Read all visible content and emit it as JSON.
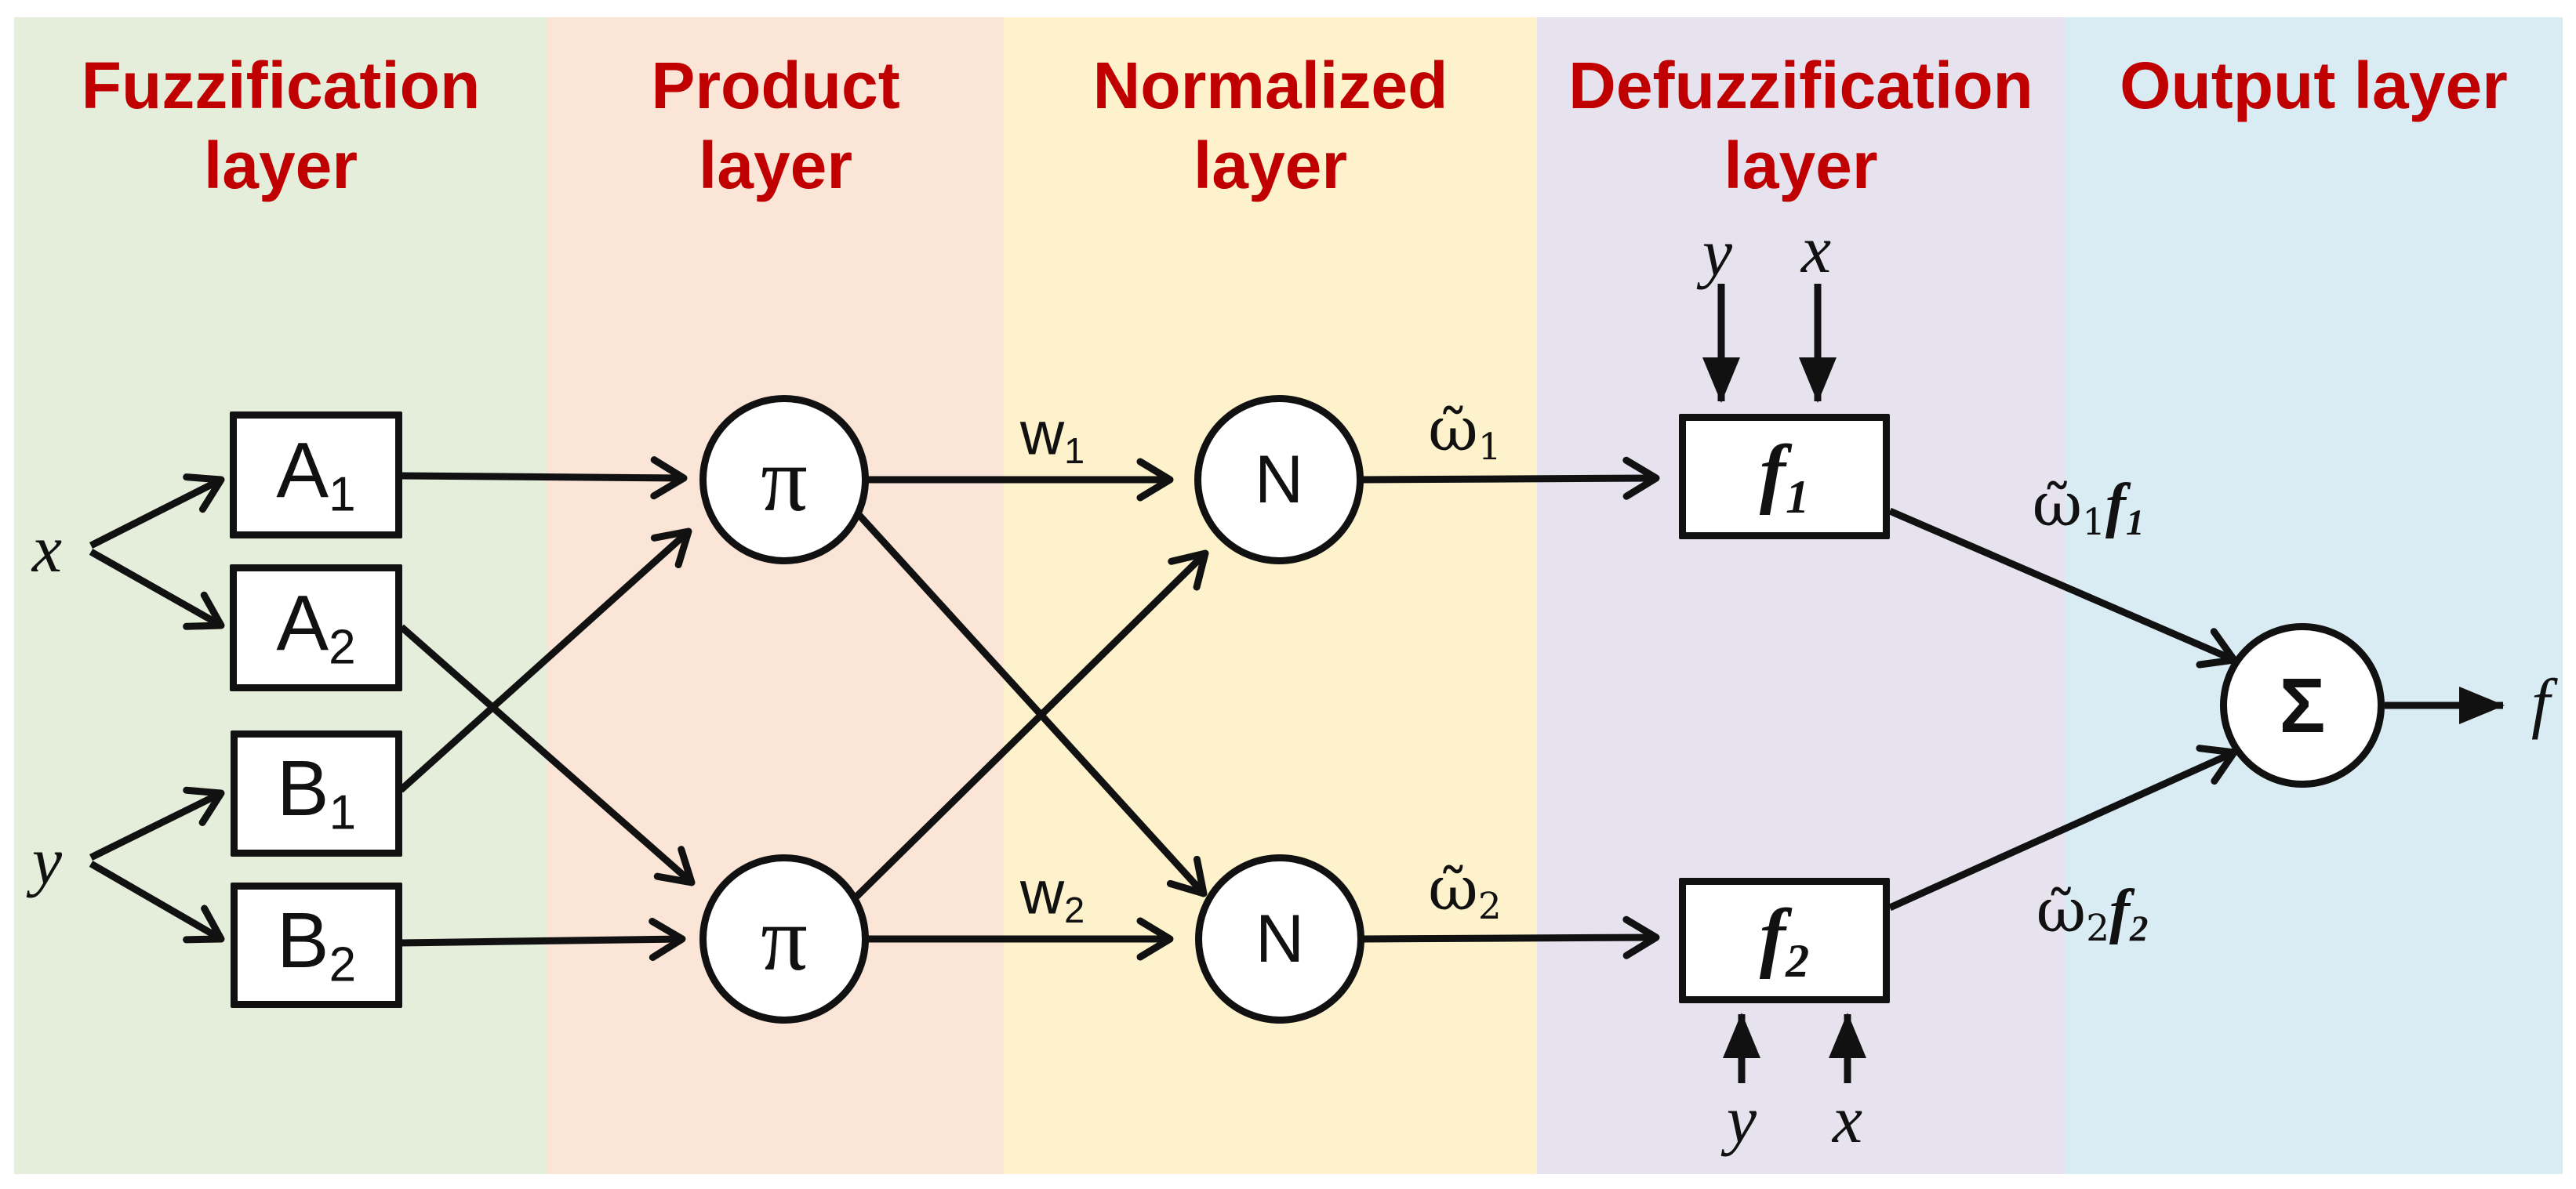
{
  "diagram_title": "ANFIS layered network diagram",
  "colors": {
    "header_text": "#c00000",
    "line": "#111111",
    "band_fuzzification": "#e4eedb",
    "band_product": "#fbe5d6",
    "band_normalized": "#fdf2cb",
    "band_defuzzification": "#e6e2ee",
    "band_output": "#d9ecf4",
    "node_fill": "#ffffff"
  },
  "layers": [
    {
      "name": "fuzzification",
      "title": "Fuzzification\nlayer"
    },
    {
      "name": "product",
      "title": "Product\nlayer"
    },
    {
      "name": "normalized",
      "title": "Normalized\nlayer"
    },
    {
      "name": "defuzzification",
      "title": "Defuzzification\nlayer"
    },
    {
      "name": "output",
      "title": "Output layer"
    }
  ],
  "nodes": {
    "a1": {
      "base": "A",
      "sub": "1"
    },
    "a2": {
      "base": "A",
      "sub": "2"
    },
    "b1": {
      "base": "B",
      "sub": "1"
    },
    "b2": {
      "base": "B",
      "sub": "2"
    },
    "pi1": "π",
    "pi2": "π",
    "n1": "N",
    "n2": "N",
    "f1": {
      "base": "f",
      "sub": "1"
    },
    "f2": {
      "base": "f",
      "sub": "2"
    },
    "sigma": "Σ"
  },
  "labels": {
    "input_x": "x",
    "input_y": "y",
    "w1": {
      "base": "w",
      "sub": "1"
    },
    "w2": {
      "base": "w",
      "sub": "2"
    },
    "wt1": {
      "base": "ῶ",
      "sub": "1"
    },
    "wt2": {
      "base": "ῶ",
      "sub": "2"
    },
    "wt1f1": {
      "w_base": "ῶ",
      "w_sub": "1",
      "f_base": "f",
      "f_sub": "1"
    },
    "wt2f2": {
      "w_base": "ῶ",
      "w_sub": "2",
      "f_base": "f",
      "f_sub": "2"
    },
    "f1_in_y": "y",
    "f1_in_x": "x",
    "f2_in_y": "y",
    "f2_in_x": "x",
    "output_f": "f"
  }
}
